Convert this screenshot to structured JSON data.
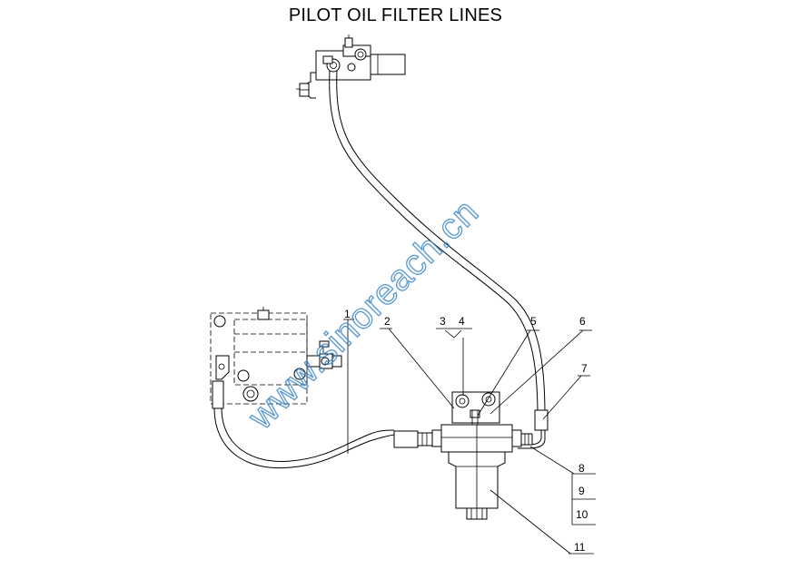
{
  "title": "PILOT OIL FILTER LINES",
  "watermark": "www.sinoreach.cn",
  "colors": {
    "line": "#000000",
    "watermark": "#3a86c8",
    "background": "#ffffff"
  },
  "callouts": [
    "1",
    "2",
    "3",
    "4",
    "5",
    "6",
    "7",
    "8",
    "9",
    "10",
    "11"
  ]
}
